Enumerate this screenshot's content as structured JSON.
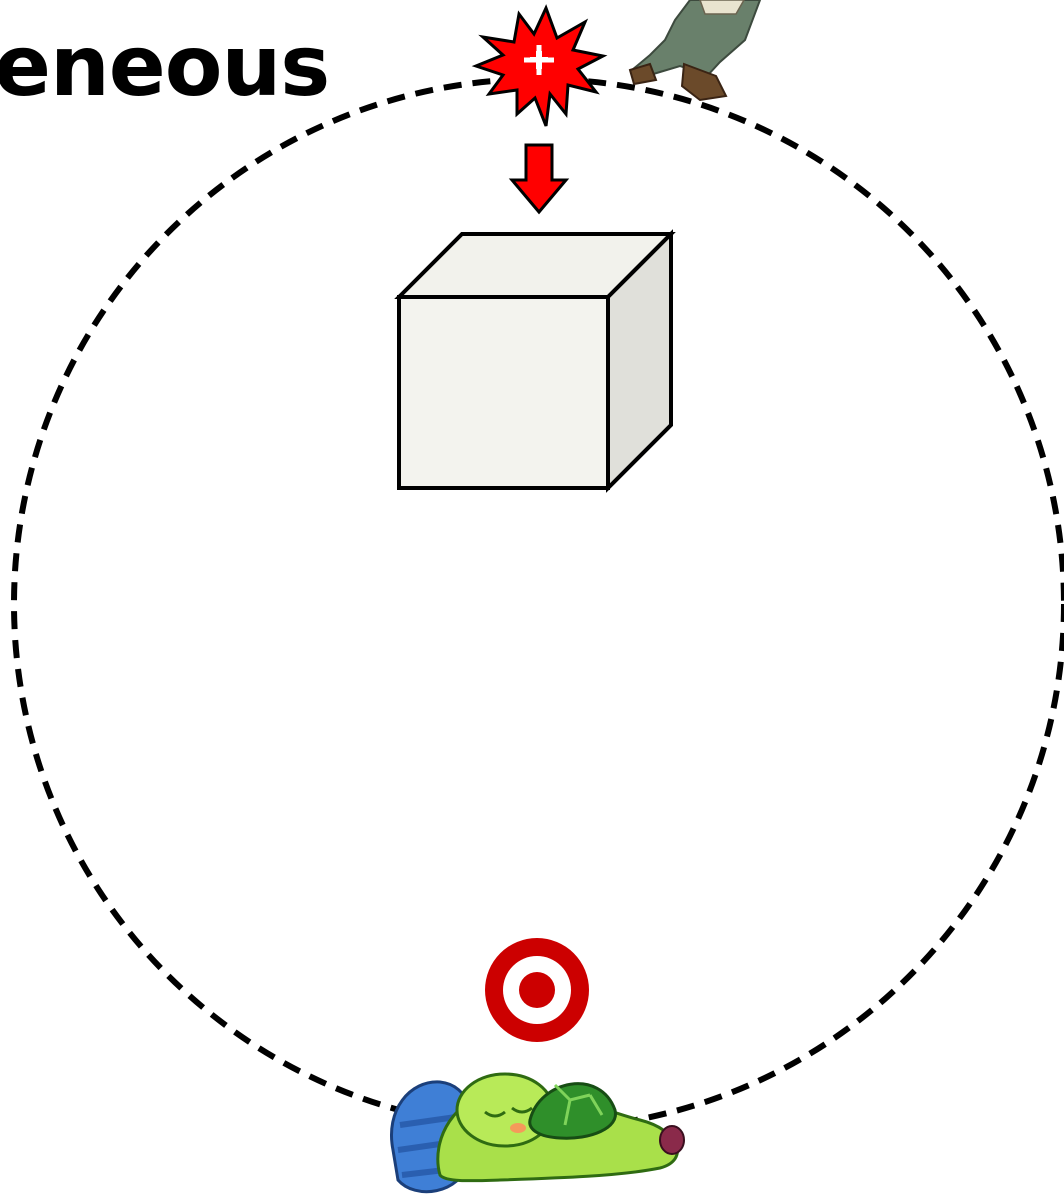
{
  "title": "eneous",
  "colors": {
    "burst": "#ff0000",
    "arrow": "#ff0000",
    "target": "#cc0000",
    "cube_front": "#f3f3ee",
    "cube_top": "#f2f2ec",
    "cube_side": "#e0e0da",
    "circle_stroke": "#000000"
  },
  "icons": {
    "burst": "explosion-plus-icon",
    "figure": "walking-figure",
    "arrow": "down-arrow-icon",
    "cube": "cube-icon",
    "target": "target-icon",
    "turtle": "sleeping-turtle"
  }
}
